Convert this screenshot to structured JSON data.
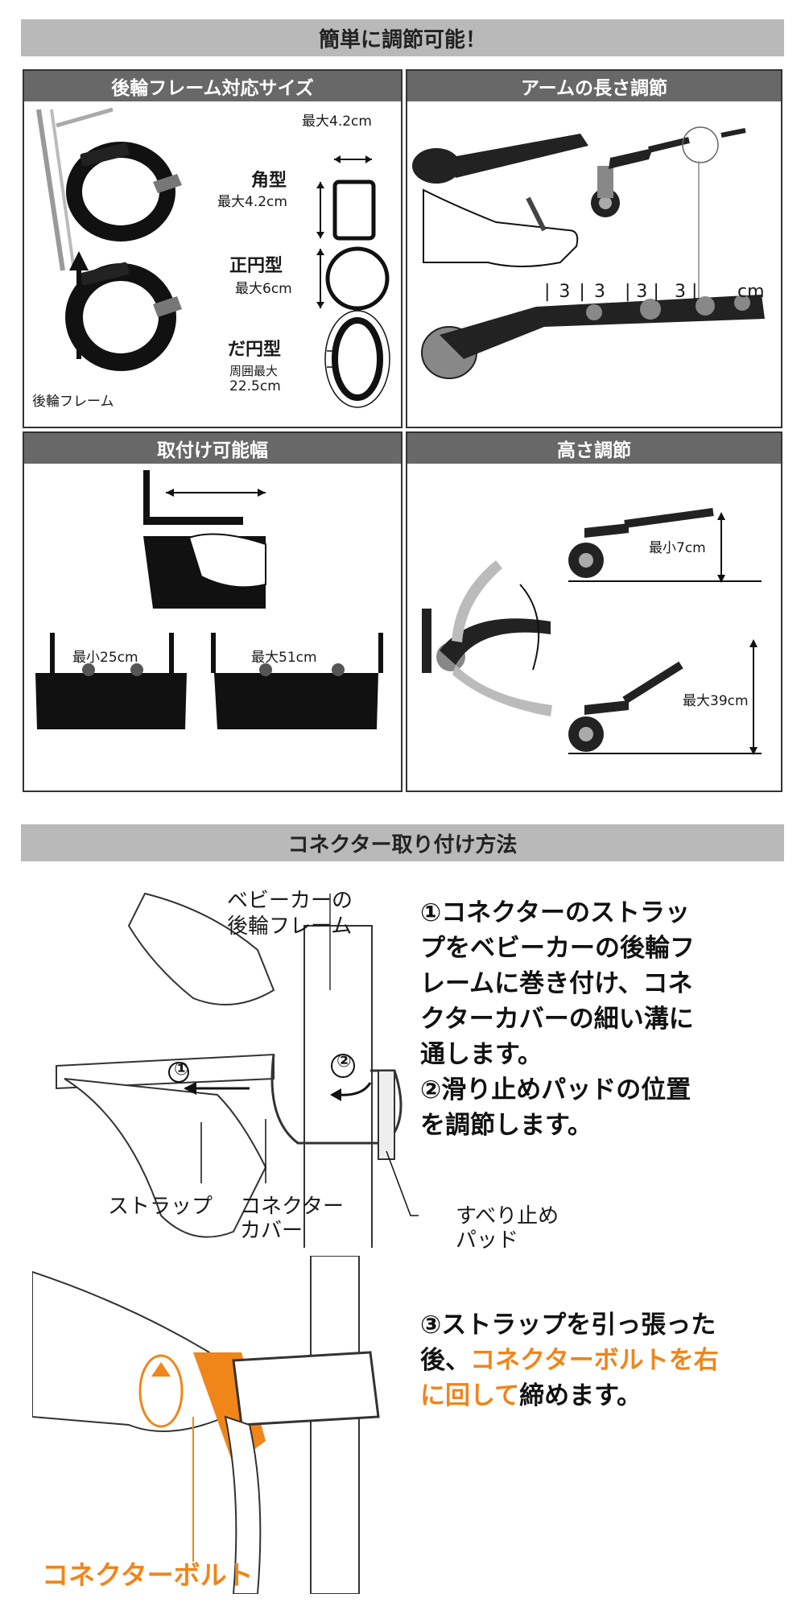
{
  "banner1": "簡単に調節可能！",
  "panel_frame": {
    "title": "後輪フレーム対応サイズ",
    "top_max": "最大4.2cm",
    "square_name": "角型",
    "square_max": "最大4.2cm",
    "round_name": "正円型",
    "round_max": "最大6cm",
    "oval_name": "だ円型",
    "oval_note": "周囲最大",
    "oval_value": "22.5cm",
    "rear_frame": "後輪フレーム"
  },
  "panel_arm": {
    "title": "アームの長さ調節",
    "scale": [
      "3",
      "3",
      "3",
      "3"
    ],
    "unit": "cm"
  },
  "panel_width": {
    "title": "取付け可能幅",
    "min": "最小25cm",
    "max": "最大51cm"
  },
  "panel_height": {
    "title": "高さ調節",
    "min": "最小7cm",
    "max": "最大39cm"
  },
  "banner2": "コネクター取り付け方法",
  "install": {
    "frame_label_1": "ベビーカーの",
    "frame_label_2": "後輪フレーム",
    "strap": "ストラップ",
    "cover_1": "コネクター",
    "cover_2": "カバー",
    "pad_1": "すべり止め",
    "pad_2": "パッド",
    "step1_marker": "①",
    "step2_marker": "②",
    "instr_a": [
      "①コネクターのストラッ",
      "プをベビーカーの後輪フ",
      "レームに巻き付け、コネ",
      "クターカバーの細い溝に",
      "通します。",
      "②滑り止めパッドの位置",
      "を調節します。"
    ],
    "instr_b_1": "③ストラップを引っ張った",
    "instr_b_2_pre": "後、",
    "instr_b_2_hl": "コネクターボルトを右",
    "instr_b_3_hl": "に回して",
    "instr_b_3_post": "締めます。",
    "bolt_label": "コネクターボルト"
  },
  "colors": {
    "accent": "#f08519",
    "header": "#686868",
    "banner": "#b9b9b9"
  }
}
